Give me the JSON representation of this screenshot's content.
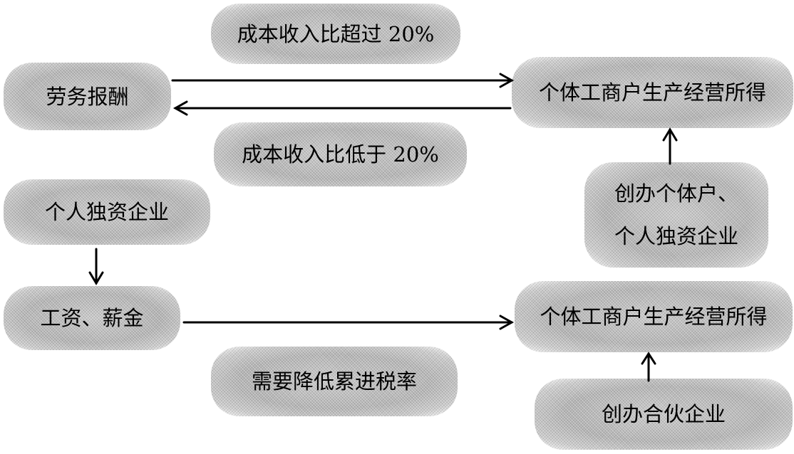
{
  "nodes": {
    "cost_above": "成本收入比超过 20%",
    "labor": "劳务报酬",
    "business_income_1": "个体工商户生产经营所得",
    "cost_below": "成本收入比低于 20%",
    "found_individual_line1": "创办个体户、",
    "found_individual_line2": "个人独资企业",
    "sole_proprietorship": "个人独资企业",
    "wages": "工资、薪金",
    "business_income_2": "个体工商户生产经营所得",
    "lower_rate": "需要降低累进税率",
    "found_partnership": "创办合伙企业"
  }
}
